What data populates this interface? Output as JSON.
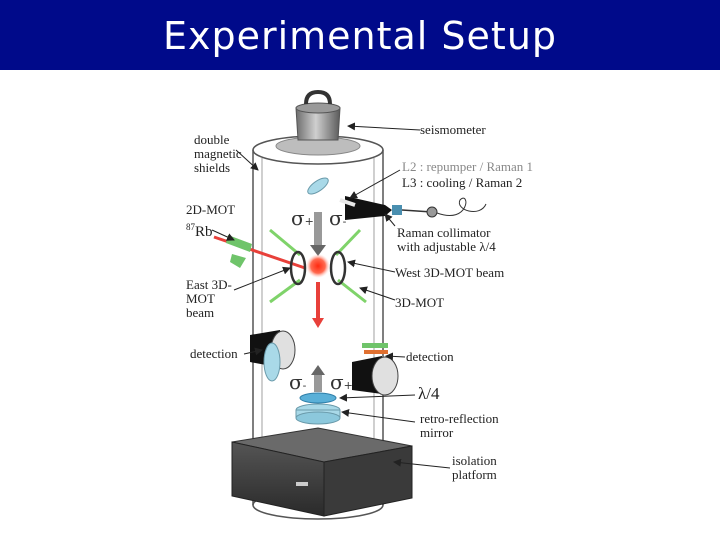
{
  "slide": {
    "title": "Experimental Setup"
  },
  "labels": {
    "seismometer": "seismometer",
    "double_magnetic_shields": [
      "double",
      "magnetic",
      "shields"
    ],
    "l2": "L2 : repumper / Raman 1",
    "l3": "L3 : cooling / Raman 2",
    "mot2d": [
      "2D-MOT",
      "Rb"
    ],
    "mot2d_sup": "87",
    "raman_collimator": [
      "Raman collimator",
      "with adjustable λ/4"
    ],
    "east_mot": [
      "East 3D-",
      "MOT",
      "beam"
    ],
    "west_mot": "West 3D-MOT beam",
    "mot3d": "3D-MOT",
    "detection_left": "detection",
    "detection_right": "detection",
    "lambda4": "λ/4",
    "retro": [
      "retro-reflection",
      "mirror"
    ],
    "isolation": [
      "isolation",
      "platform"
    ],
    "sigma_top_left": "σ",
    "sigma_top_left_sub": "+",
    "sigma_top_right": "σ",
    "sigma_top_right_sub": "-",
    "sigma_bot_left": "σ",
    "sigma_bot_left_sub": "-",
    "sigma_bot_right": "σ",
    "sigma_bot_right_sub": "+"
  },
  "colors": {
    "header_bg": "#000a8a",
    "beam_red": "#e8403a",
    "beam_green": "#7fd36a",
    "lens_blue": "#a9d9e8",
    "platform": "#3a3a3a"
  }
}
